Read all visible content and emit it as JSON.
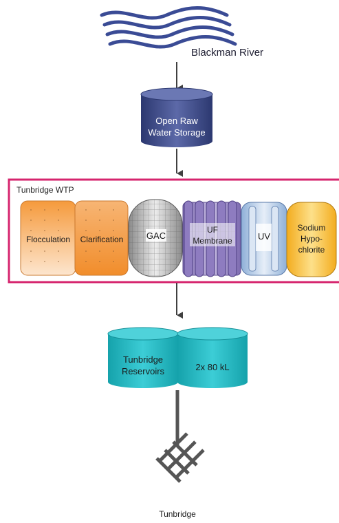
{
  "source": {
    "label": "Blackman River",
    "icon": "river-waves-icon"
  },
  "storage": {
    "label_line1": "Open Raw",
    "label_line2": "Water Storage",
    "icon": "tank-icon"
  },
  "plant": {
    "title": "Tunbridge WTP",
    "border_color": "#d6246e",
    "stages": [
      {
        "id": "flocculation",
        "label": "Flocculation"
      },
      {
        "id": "clarification",
        "label": "Clarification"
      },
      {
        "id": "gac",
        "label": "GAC"
      },
      {
        "id": "uf",
        "label_line1": "UF",
        "label_line2": "Membrane"
      },
      {
        "id": "uv",
        "label": "UV"
      },
      {
        "id": "sodium",
        "label_line1": "Sodium",
        "label_line2": "Hypo-",
        "label_line3": "chlorite"
      }
    ]
  },
  "reservoirs": {
    "left_line1": "Tunbridge",
    "left_line2": "Reservoirs",
    "right_label": "2x 80 kL",
    "color": "#1fb3bd"
  },
  "distribution": {
    "label": "Tunbridge",
    "icon": "distribution-network-icon"
  },
  "colors": {
    "river": "#3a4b95",
    "storage": "#3d4a88",
    "arrow": "#404040",
    "orange": "#f7a04a",
    "purple": "#9d8cc4",
    "uv": "#9db9dc",
    "sodium": "#f4b934",
    "network": "#555555"
  }
}
